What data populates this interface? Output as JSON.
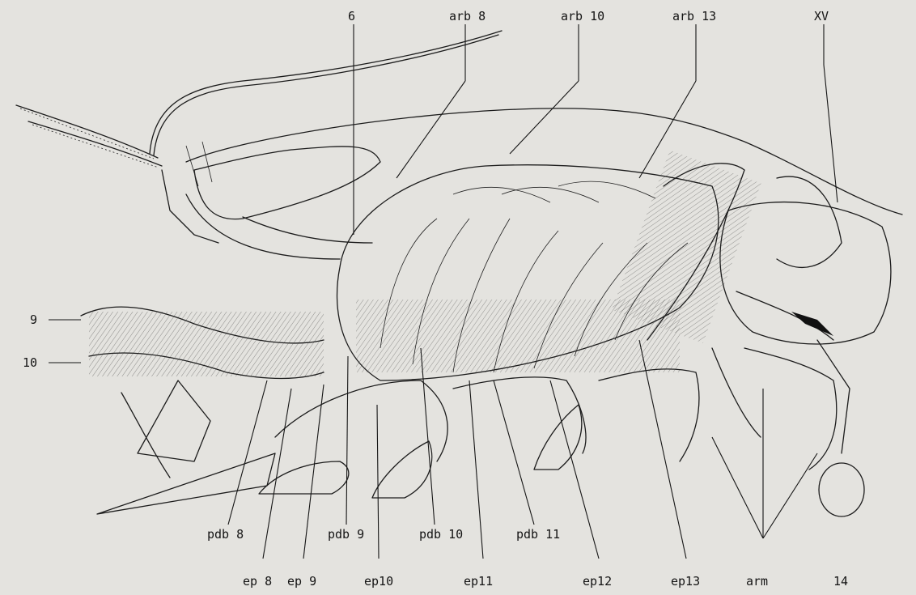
{
  "figure": {
    "background": "#e4e3df",
    "ink": "#1c1c1c",
    "labels": {
      "l6": "6",
      "arb8": "arb 8",
      "arb10": "arb 10",
      "arb13": "arb 13",
      "xv": "XV",
      "l9": "9",
      "l10": "10",
      "pdb8": "pdb 8",
      "pdb9": "pdb 9",
      "pdb10": "pdb 10",
      "pdb11": "pdb 11",
      "ep8": "ep 8",
      "ep9": "ep 9",
      "ep10": "ep10",
      "ep11": "ep11",
      "ep12": "ep12",
      "ep13": "ep13",
      "arm": "arm",
      "l14": "14"
    }
  }
}
